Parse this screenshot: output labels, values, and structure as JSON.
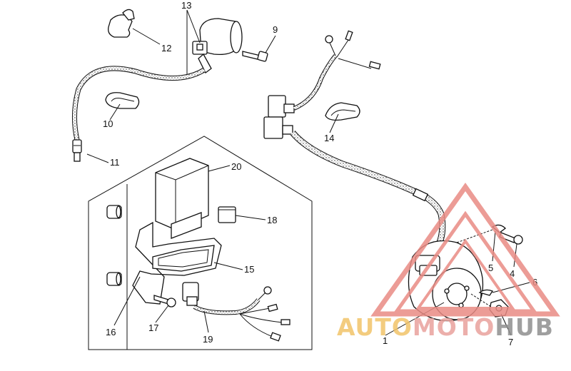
{
  "callouts": {
    "c1": "1",
    "c4": "4",
    "c5": "5",
    "c6": "6",
    "c7": "7",
    "c9": "9",
    "c10": "10",
    "c11": "11",
    "c12": "12",
    "c13": "13",
    "c14": "14",
    "c15": "15",
    "c16": "16",
    "c17": "17",
    "c18": "18",
    "c19": "19",
    "c20": "20"
  },
  "watermark": {
    "word_a": "AUTO",
    "word_b": "MOTO",
    "word_c": "HUB",
    "color_a": "#f2c469",
    "color_b": "#e9a29d",
    "color_c": "#8f8f8f",
    "triangle_color": "#e98b84"
  }
}
